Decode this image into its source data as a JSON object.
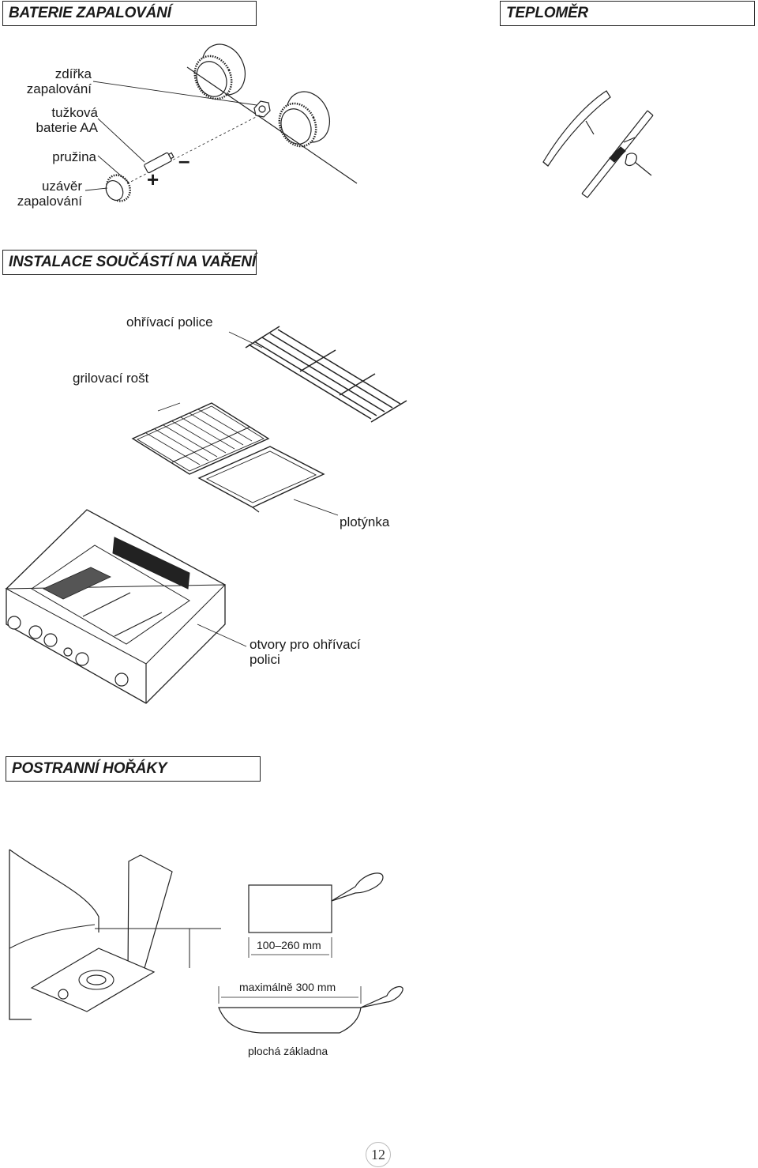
{
  "sections": {
    "battery": "BATERIE ZAPALOVÁNÍ",
    "thermometer": "TEPLOMĚR",
    "cooking": "INSTALACE SOUČÁSTÍ NA VAŘENÍ",
    "side_burners": "POSTRANNÍ HOŘÁKY"
  },
  "battery_labels": {
    "ignition_socket": [
      "zdířka",
      "zapalování"
    ],
    "aa_battery": [
      "tužková",
      "baterie AA"
    ],
    "spring": "pružina",
    "ignition_cap": [
      "uzávěr",
      "zapalování"
    ],
    "plus": "+",
    "minus": "–"
  },
  "cooking_labels": {
    "warming_rack": "ohřívací police",
    "grill_grate": "grilovací rošt",
    "griddle": "plotýnka",
    "rack_holes": [
      "otvory pro ohřívací",
      "polici"
    ]
  },
  "side_burner_labels": {
    "pan_range": "100–260 mm",
    "pan_max": "maximálně 300 mm",
    "flat_base": "plochá základna"
  },
  "page_number": "12"
}
